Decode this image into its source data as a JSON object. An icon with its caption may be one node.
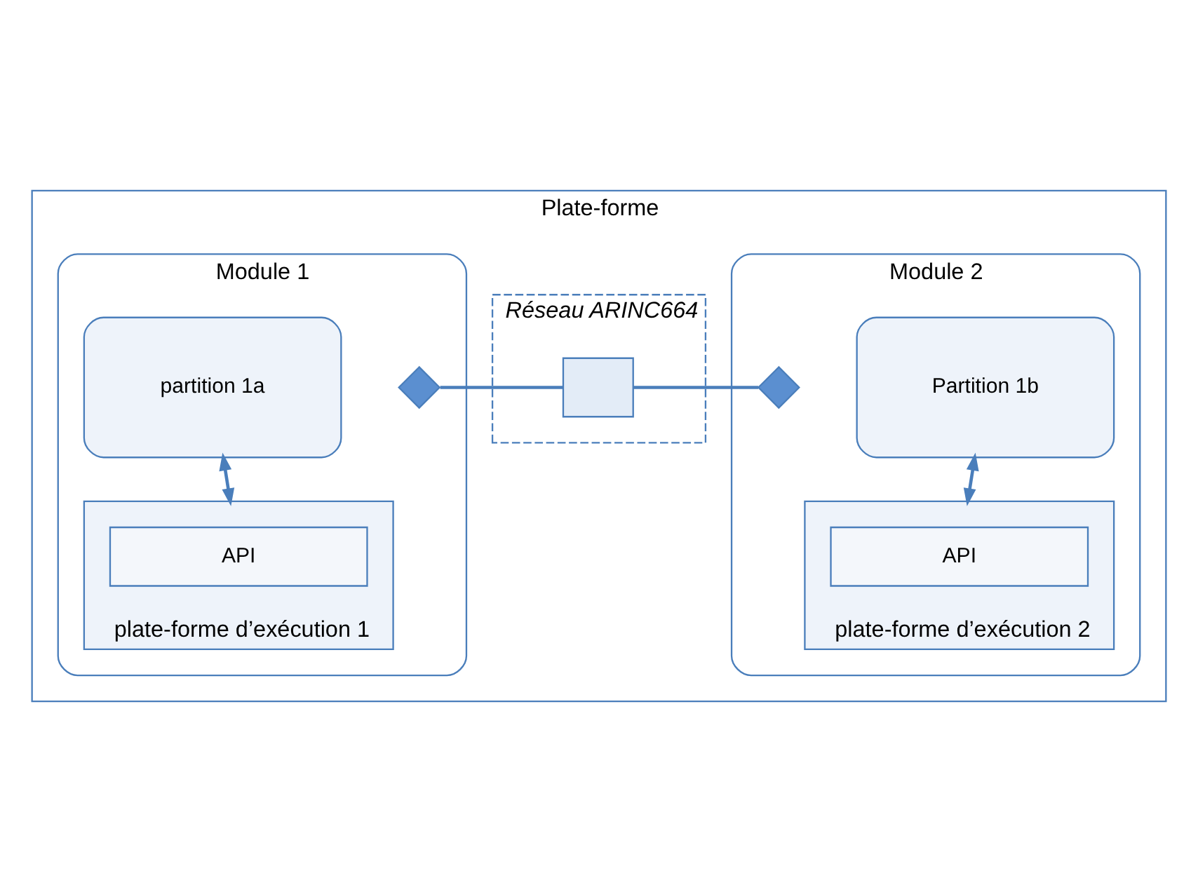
{
  "diagram": {
    "nodes": [
      {
        "text": [
          "Plate-forme"
        ]
      },
      {
        "text": [
          "Module 1"
        ],
        "in": 0
      },
      {
        "text": [
          "partition 1a"
        ],
        "in": 1
      },
      {
        "text": [
          "plate-forme d’exécution 1"
        ],
        "in": 1
      },
      {
        "text": [
          "API"
        ],
        "in": 3
      },
      {
        "text": [
          "Module 2"
        ],
        "in": 0
      },
      {
        "text": [
          "Partition 1b"
        ],
        "in": 5
      },
      {
        "text": [
          "plate-forme d’exécution 2"
        ],
        "in": 5
      },
      {
        "text": [
          "API"
        ],
        "in": 7
      },
      {
        "text": [
          "Réseau ARINC664"
        ],
        "in": 0
      },
      {
        "text": [],
        "shape": "diamond",
        "in": 1
      },
      {
        "text": [],
        "shape": "box",
        "in": 9
      },
      {
        "text": [],
        "shape": "diamond",
        "in": 5
      }
    ],
    "edges": [
      {
        "from": 2,
        "to": 3,
        "arrow": "both"
      },
      {
        "from": 6,
        "to": 7,
        "arrow": "both"
      },
      {
        "from": 10,
        "to": 11,
        "arrow": "none"
      },
      {
        "from": 11,
        "to": 12,
        "arrow": "none"
      }
    ]
  }
}
